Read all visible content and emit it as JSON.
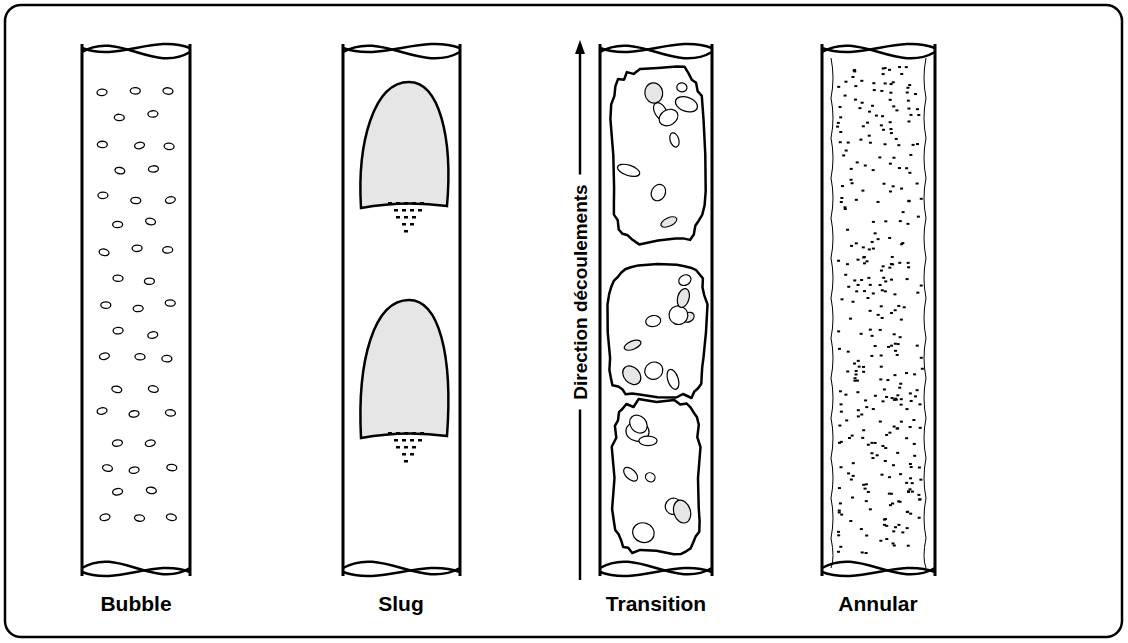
{
  "diagram": {
    "labels": [
      "Bubble",
      "Slug",
      "Transition",
      "Annular",
      "Direction découlements"
    ]
  }
}
